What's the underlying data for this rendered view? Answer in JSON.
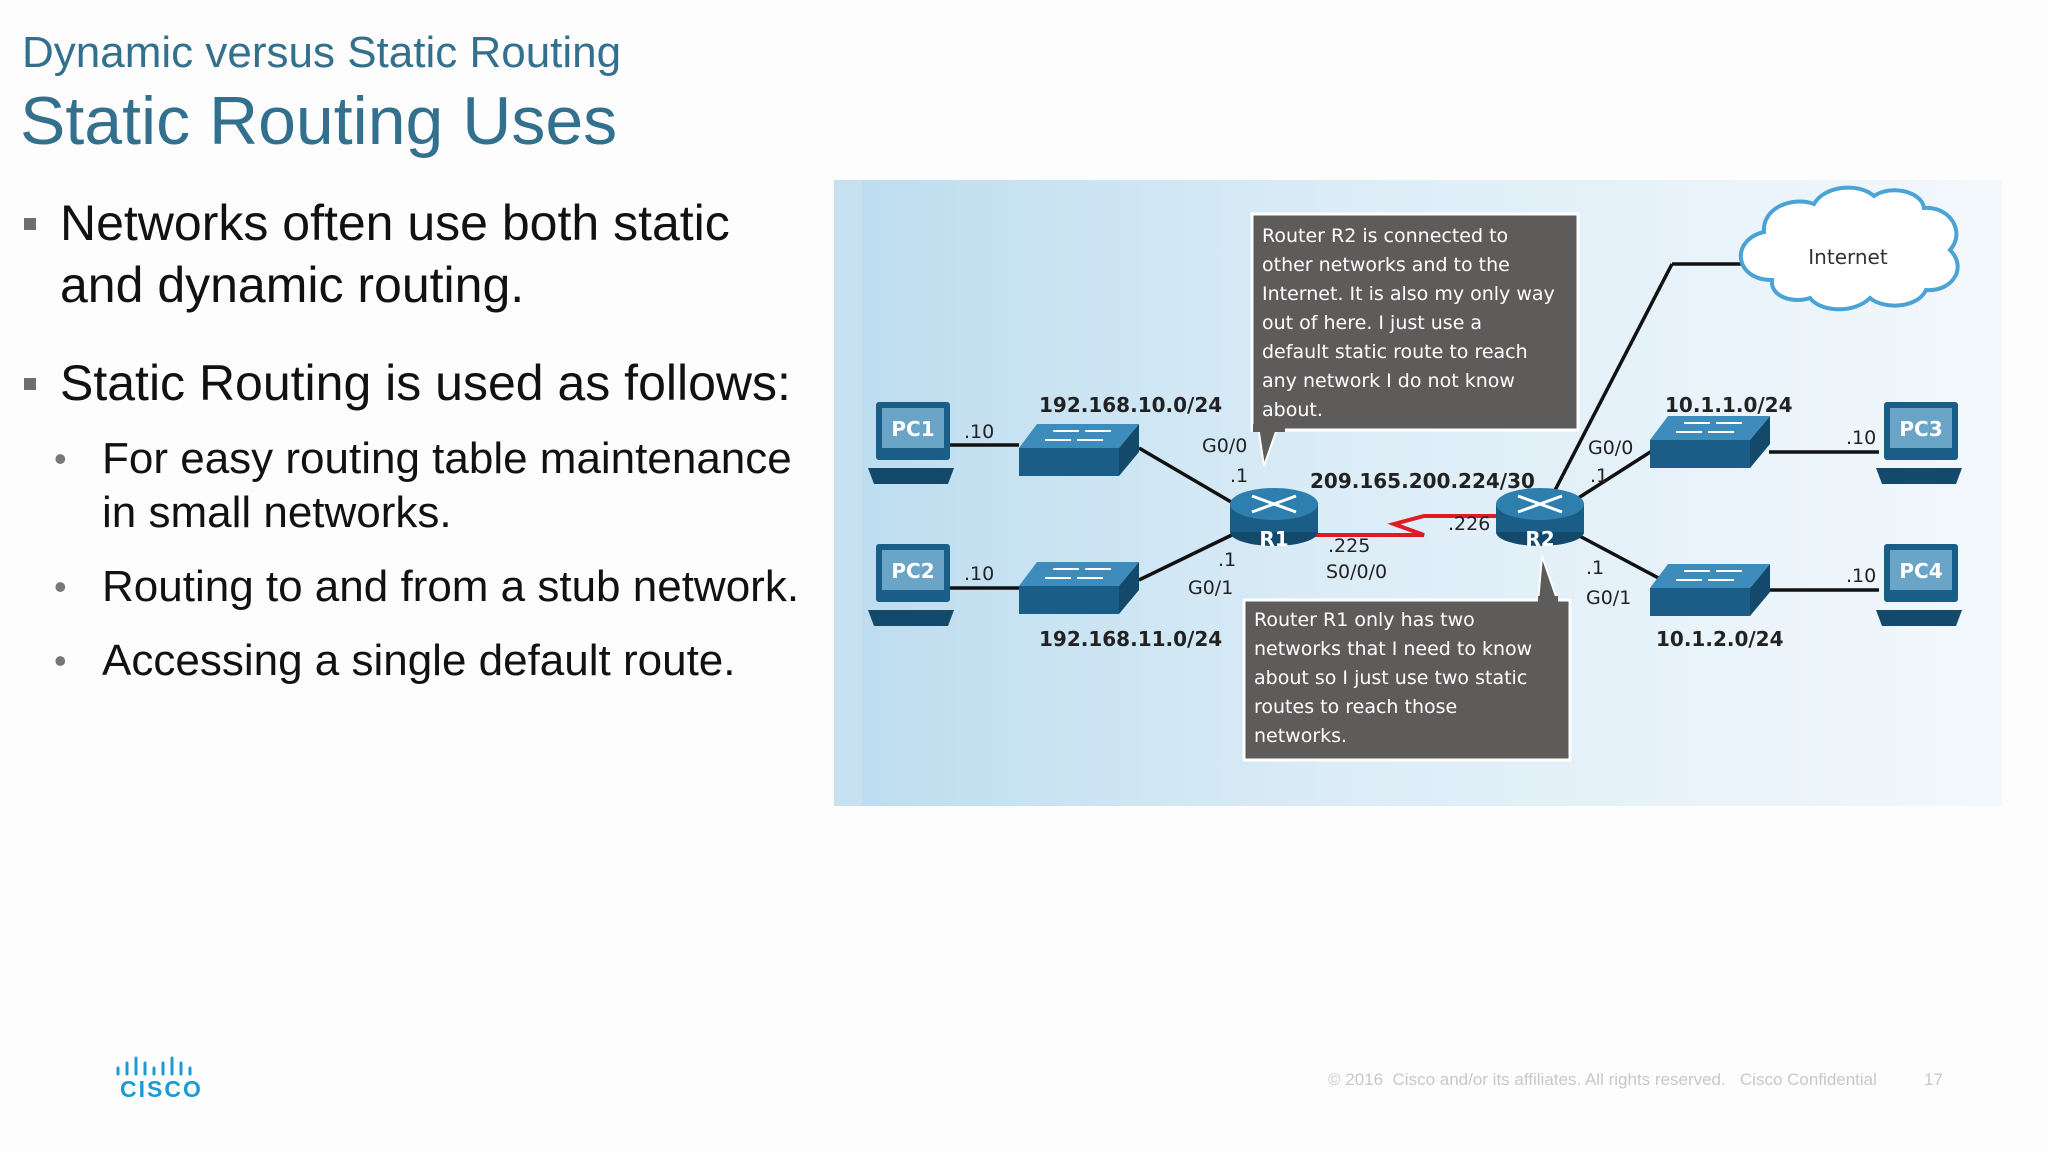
{
  "slide": {
    "subtitle": "Dynamic versus Static Routing",
    "title": "Static Routing Uses",
    "bullets": [
      "Networks often use both static and dynamic routing.",
      "Static Routing is used as follows:"
    ],
    "sub_bullets": [
      "For easy routing table maintenance in small networks.",
      " Routing to and from a stub network.",
      "Accessing a single default route."
    ],
    "footer_text": "© 2016  Cisco and/or its affiliates. All rights reserved.   Cisco Confidential",
    "page_number": "17",
    "logo_word": "CISCO"
  },
  "diagram": {
    "pcs": [
      "PC1",
      "PC2",
      "PC3",
      "PC4"
    ],
    "routers": [
      "R1",
      "R2"
    ],
    "networks": {
      "lan1": "192.168.10.0/24",
      "lan2": "192.168.11.0/24",
      "wan": "209.165.200.224/30",
      "lan3": "10.1.1.0/24",
      "lan4": "10.1.2.0/24"
    },
    "labels": {
      "pc1_addr": ".10",
      "pc2_addr": ".10",
      "pc3_addr": ".10",
      "pc4_addr": ".10",
      "r1_g00": "G0/0",
      "r1_g00_addr": ".1",
      "r1_g01": "G0/1",
      "r1_g01_addr": ".1",
      "r1_s000_addr": ".225",
      "r1_s000": "S0/0/0",
      "r2_s_addr": ".226",
      "r2_g00": "G0/0",
      "r2_g00_addr": ".1",
      "r2_g01": "G0/1",
      "r2_g01_addr": ".1"
    },
    "cloud_label": "Internet",
    "callout_r1": [
      "Router R2 is connected to",
      "other networks and to the",
      "Internet. It is also my only way",
      "out of here. I just use a",
      "default static route to reach",
      "any network I do not know",
      "about."
    ],
    "callout_r2": [
      "Router R1 only has two",
      "networks that I need to know",
      "about so I just use two static",
      "routes to reach those",
      "networks."
    ],
    "colors": {
      "device_blue": "#1a5d86",
      "device_light": "#2f7fae",
      "pc_screen": "#6aa5c8",
      "serial_link": "#e01b24",
      "callout_bg": "#5e5b5b",
      "background": "#d4e9f5"
    }
  }
}
